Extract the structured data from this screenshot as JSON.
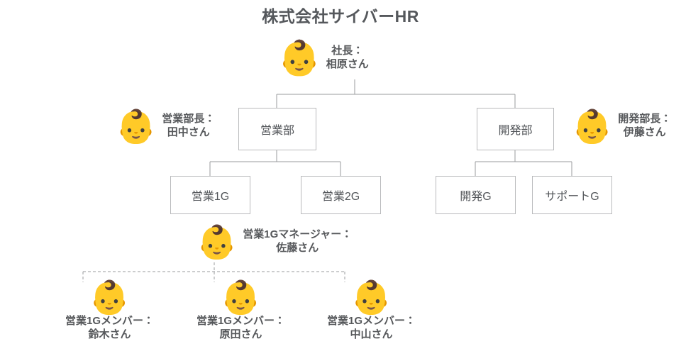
{
  "chart_data": {
    "type": "diagram",
    "diagram_kind": "organization-chart",
    "title": "株式会社サイバーHR",
    "nodes": [
      {
        "id": "president",
        "kind": "person",
        "role": "社長",
        "name": "相原さん",
        "icon": "baby-emoji"
      },
      {
        "id": "sales-dept",
        "kind": "box",
        "label": "営業部"
      },
      {
        "id": "dev-dept",
        "kind": "box",
        "label": "開発部"
      },
      {
        "id": "sales-manager",
        "kind": "person",
        "role": "営業部長",
        "name": "田中さん",
        "icon": "baby-emoji"
      },
      {
        "id": "dev-manager",
        "kind": "person",
        "role": "開発部長",
        "name": "伊藤さん",
        "icon": "baby-emoji"
      },
      {
        "id": "sales-1g",
        "kind": "box",
        "label": "営業1G"
      },
      {
        "id": "sales-2g",
        "kind": "box",
        "label": "営業2G"
      },
      {
        "id": "dev-g",
        "kind": "box",
        "label": "開発G"
      },
      {
        "id": "support-g",
        "kind": "box",
        "label": "サポートG"
      },
      {
        "id": "g1-manager",
        "kind": "person",
        "role": "営業1Gマネージャー",
        "name": "佐藤さん",
        "icon": "baby-emoji"
      },
      {
        "id": "member-suzuki",
        "kind": "person",
        "role": "営業1Gメンバー",
        "name": "鈴木さん",
        "icon": "baby-emoji"
      },
      {
        "id": "member-harada",
        "kind": "person",
        "role": "営業1Gメンバー",
        "name": "原田さん",
        "icon": "baby-emoji"
      },
      {
        "id": "member-nakayama",
        "kind": "person",
        "role": "営業1Gメンバー",
        "name": "中山さん",
        "icon": "baby-emoji"
      }
    ],
    "edges": [
      {
        "from": "president",
        "to": "sales-dept",
        "style": "solid"
      },
      {
        "from": "president",
        "to": "dev-dept",
        "style": "solid"
      },
      {
        "from": "sales-dept",
        "to": "sales-1g",
        "style": "solid"
      },
      {
        "from": "sales-dept",
        "to": "sales-2g",
        "style": "solid"
      },
      {
        "from": "dev-dept",
        "to": "dev-g",
        "style": "solid"
      },
      {
        "from": "dev-dept",
        "to": "support-g",
        "style": "solid"
      },
      {
        "from": "g1-manager",
        "to": "member-suzuki",
        "style": "dashed"
      },
      {
        "from": "g1-manager",
        "to": "member-harada",
        "style": "dashed"
      },
      {
        "from": "g1-manager",
        "to": "member-nakayama",
        "style": "dashed"
      }
    ],
    "colors": {
      "title_text": "#55585c",
      "box_border": "#b9babc",
      "box_fill": "#ffffff",
      "box_text": "#53565a",
      "caption_text": "#56585b",
      "connector_solid": "#9a9b9e",
      "connector_dashed": "#9a9b9e",
      "background": "#ffffff"
    }
  },
  "title": "株式会社サイバーHR",
  "president": {
    "role": "社長：",
    "name": "相原さん",
    "face": "👶"
  },
  "departments": {
    "sales": {
      "label": "営業部"
    },
    "dev": {
      "label": "開発部"
    }
  },
  "dept_heads": {
    "sales": {
      "role": "営業部長：",
      "name": "田中さん",
      "face": "👶"
    },
    "dev": {
      "role": "開発部長：",
      "name": "伊藤さん",
      "face": "👶"
    }
  },
  "groups": {
    "sales1g": {
      "label": "営業1G"
    },
    "sales2g": {
      "label": "営業2G"
    },
    "devg": {
      "label": "開発G"
    },
    "supportg": {
      "label": "サポートG"
    }
  },
  "group_manager": {
    "role": "営業1Gマネージャー：",
    "name": "佐藤さん",
    "face": "👶"
  },
  "members": [
    {
      "role": "営業1Gメンバー：",
      "name": "鈴木さん",
      "face": "👶"
    },
    {
      "role": "営業1Gメンバー：",
      "name": "原田さん",
      "face": "👶"
    },
    {
      "role": "営業1Gメンバー：",
      "name": "中山さん",
      "face": "👶"
    }
  ]
}
